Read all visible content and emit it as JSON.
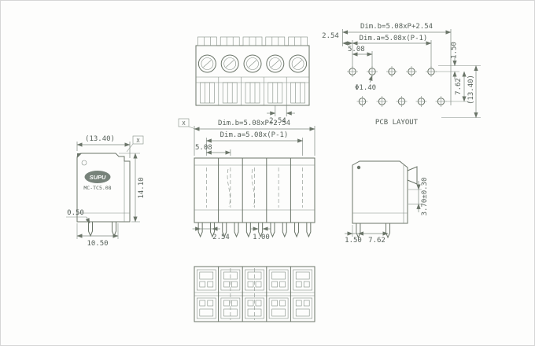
{
  "canvas": {
    "background": "#fdfdfc",
    "ink": "#6b7569"
  },
  "views": {
    "top": {
      "dim_offset": "2.54"
    },
    "pcb": {
      "dim_edge": "2.54",
      "dim_b": "Dim.b=5.08xP+2.54",
      "dim_a": "Dim.a=5.08x(P-1)",
      "dim_pitch": "5.08",
      "dim_hole": "Φ1.40",
      "dim_edge_to_row": "1.50",
      "dim_row_spacing": "7.62",
      "dim_overall": "(13.40)",
      "caption": "PCB LAYOUT"
    },
    "side": {
      "flag": "X",
      "dim_overall_depth": "(13.40)",
      "dim_height": "14.10",
      "dim_pin_thickness": "0.50",
      "dim_base_depth": "10.50",
      "brand": "SUPU",
      "model": "MC-TC5.08"
    },
    "front": {
      "flag": "X",
      "dim_b": "Dim.b=5.08xP+2.54",
      "dim_a": "Dim.a=5.08x(P-1)",
      "dim_pitch": "5.08",
      "dim_pin_offset": "2.54",
      "dim_pin_width": "1.00"
    },
    "end": {
      "dim_release": "3.70±0.30",
      "dim_pin_inset": "1.50",
      "dim_pin_span": "7.62"
    }
  }
}
